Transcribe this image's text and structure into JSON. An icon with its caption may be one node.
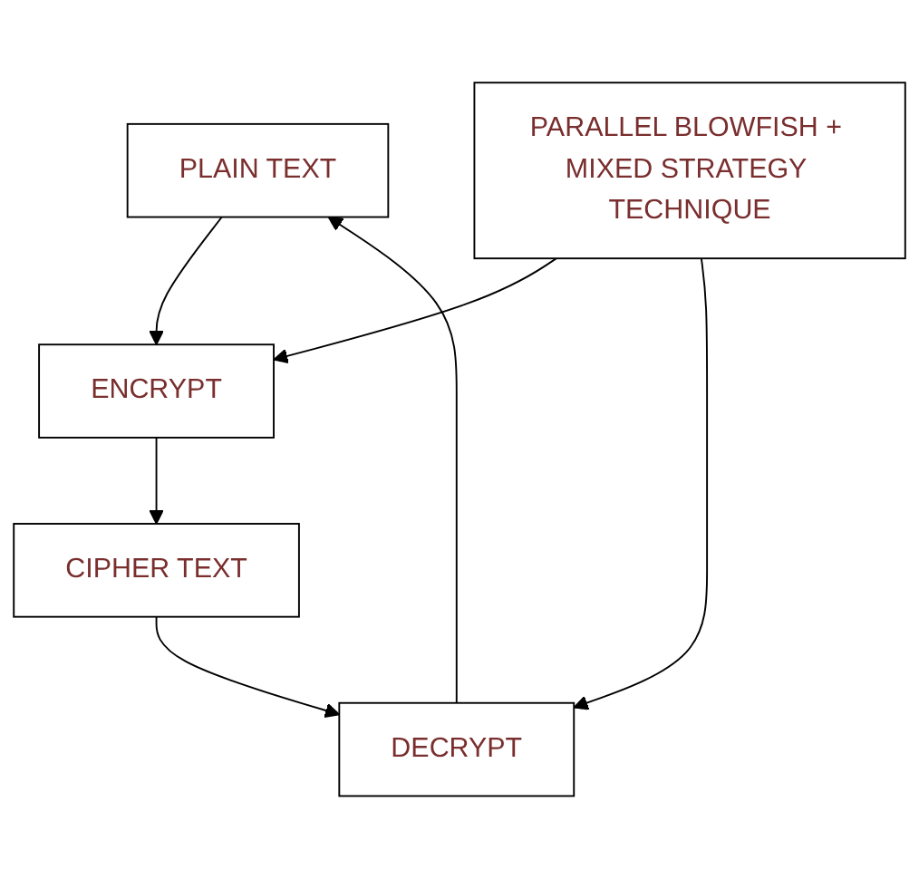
{
  "diagram": {
    "nodes": [
      {
        "text": [
          "PLAIN TEXT"
        ]
      },
      {
        "text": [
          "ENCRYPT"
        ]
      },
      {
        "text": [
          "DECRYPT"
        ]
      },
      {
        "text": [
          "CIPHER TEXT"
        ]
      },
      {
        "text": [
          "PARALLEL BLOWFISH + MIXED STRATEGY TECHNIQUE"
        ]
      }
    ],
    "edges": [
      {
        "from": 0,
        "to": 1,
        "arrow": "to"
      },
      {
        "from": 2,
        "to": 0,
        "arrow": "to"
      },
      {
        "from": 1,
        "to": 3,
        "arrow": "to"
      },
      {
        "from": 3,
        "to": 2,
        "arrow": "to"
      },
      {
        "from": 4,
        "to": 1,
        "arrow": "to"
      },
      {
        "from": 4,
        "to": 2,
        "arrow": "to"
      }
    ]
  }
}
